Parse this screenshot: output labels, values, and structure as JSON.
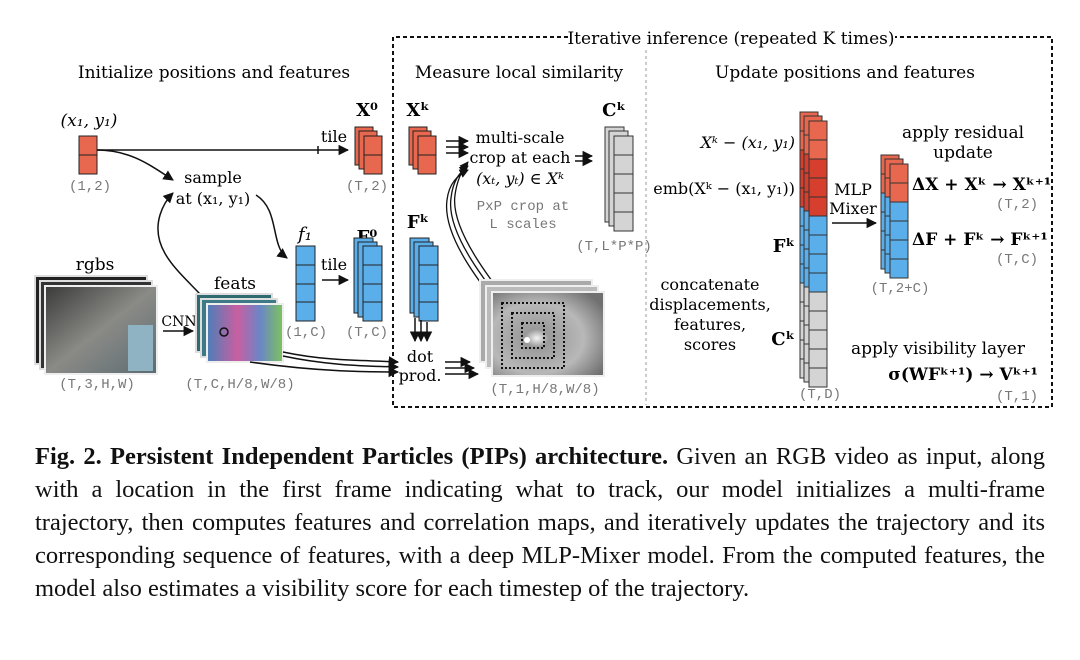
{
  "figure": {
    "iter_label": "Iterative inference (repeated K times)",
    "sections": {
      "init": "Initialize positions and features",
      "measure": "Measure local similarity",
      "update": "Update positions and features"
    },
    "init": {
      "x1y1": "(x₁, y₁)",
      "shape_12": "(1,2)",
      "tile1": "tile",
      "X0": "X⁰",
      "shape_T2": "(T,2)",
      "sample1": "sample",
      "sample2": "at (x₁, y₁)",
      "rgbs": "rgbs",
      "shape_rgbs": "(T,3,H,W)",
      "cnn": "CNN",
      "feats": "feats",
      "shape_feats": "(T,C,H/8,W/8)",
      "f1": "f₁",
      "shape_1C": "(1,C)",
      "tile2": "tile",
      "F0": "F⁰",
      "shape_TC": "(T,C)"
    },
    "measure": {
      "Xk": "Xᵏ",
      "Fk": "Fᵏ",
      "crop1": "multi-scale",
      "crop2": "crop at each",
      "crop3": "(xₜ, yₜ) ∈ Xᵏ",
      "pxp1": "PxP crop at",
      "pxp2": "L scales",
      "Ck": "Cᵏ",
      "shape_C": "(T,L*P*P)",
      "dot1": "dot",
      "dot2": "prod.",
      "shape_corr": "(T,1,H/8,W/8)"
    },
    "update": {
      "lbl_disp": "Xᵏ − (x₁, y₁)",
      "lbl_emb": "emb(Xᵏ − (x₁, y₁))",
      "lbl_F": "Fᵏ",
      "lbl_C": "Cᵏ",
      "concat1": "concatenate",
      "concat2": "displacements,",
      "concat3": "features,",
      "concat4": "scores",
      "shape_D": "(T,D)",
      "mlp1": "MLP",
      "mlp2": "Mixer",
      "shape_out": "(T,2+C)",
      "res1": "apply residual",
      "res2": "update",
      "eqX": "ΔX + Xᵏ → Xᵏ⁺¹",
      "shape_X": "(T,2)",
      "eqF": "ΔF + Fᵏ → Fᵏ⁺¹",
      "shape_F": "(T,C)",
      "vis": "apply visibility layer",
      "eqV": "σ(WFᵏ⁺¹) → Vᵏ⁺¹",
      "shape_V": "(T,1)"
    },
    "colors": {
      "pos_red": "#e8674f",
      "emb_red": "#d63f2e",
      "feat_blue": "#5aaeea",
      "corr_gray": "#d4d4d4"
    }
  },
  "caption": {
    "title": "Fig. 2. Persistent Independent Particles (PIPs) architecture.",
    "body": "Given an RGB video as input, along with a location in the first frame indicating what to track, our model initializes a multi-frame trajectory, then computes features and correlation maps, and iteratively updates the trajectory and its corresponding sequence of features, with a deep MLP-Mixer model. From the computed features, the model also estimates a visibility score for each timestep of the trajectory."
  }
}
